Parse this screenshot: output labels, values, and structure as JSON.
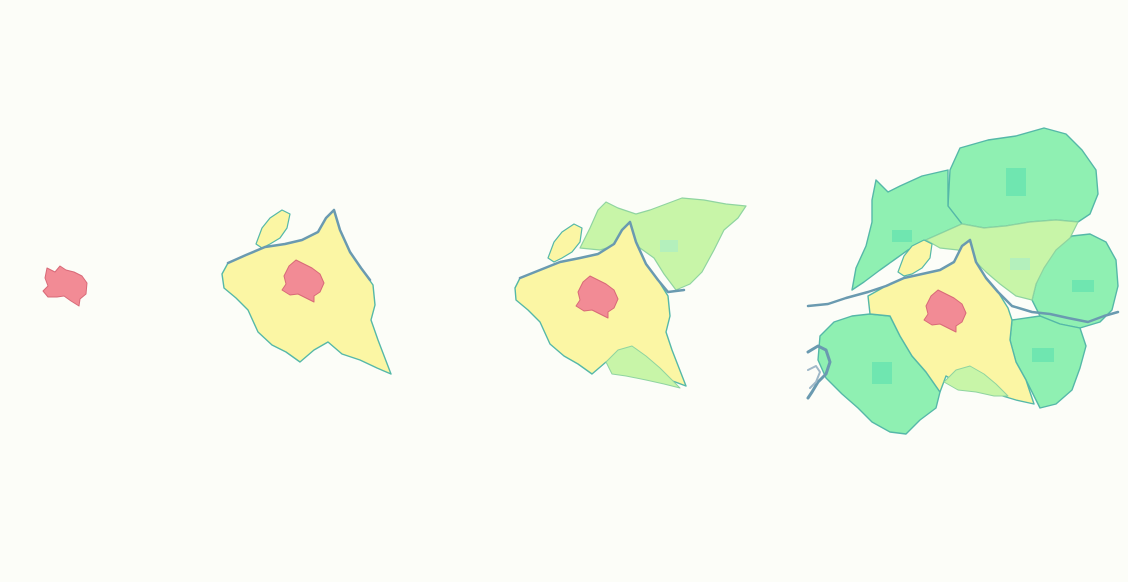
{
  "panels": [
    {
      "id": "stage-1",
      "rings_shown": 1
    },
    {
      "id": "stage-2",
      "rings_shown": 2
    },
    {
      "id": "stage-3",
      "rings_shown": 3
    },
    {
      "id": "stage-4",
      "rings_shown": 4
    }
  ],
  "colors": {
    "background": "#fcfdf8",
    "core": "#f28b95",
    "ring_1": "#fbf6a4",
    "ring_2": "#c8f5a8",
    "ring_3": "#8ff0b2",
    "ring_3_marker": "#6fe6b0",
    "boundary": "#55b8a8",
    "river": "#6a9ab0"
  },
  "icons": [
    "district-marker-square"
  ]
}
